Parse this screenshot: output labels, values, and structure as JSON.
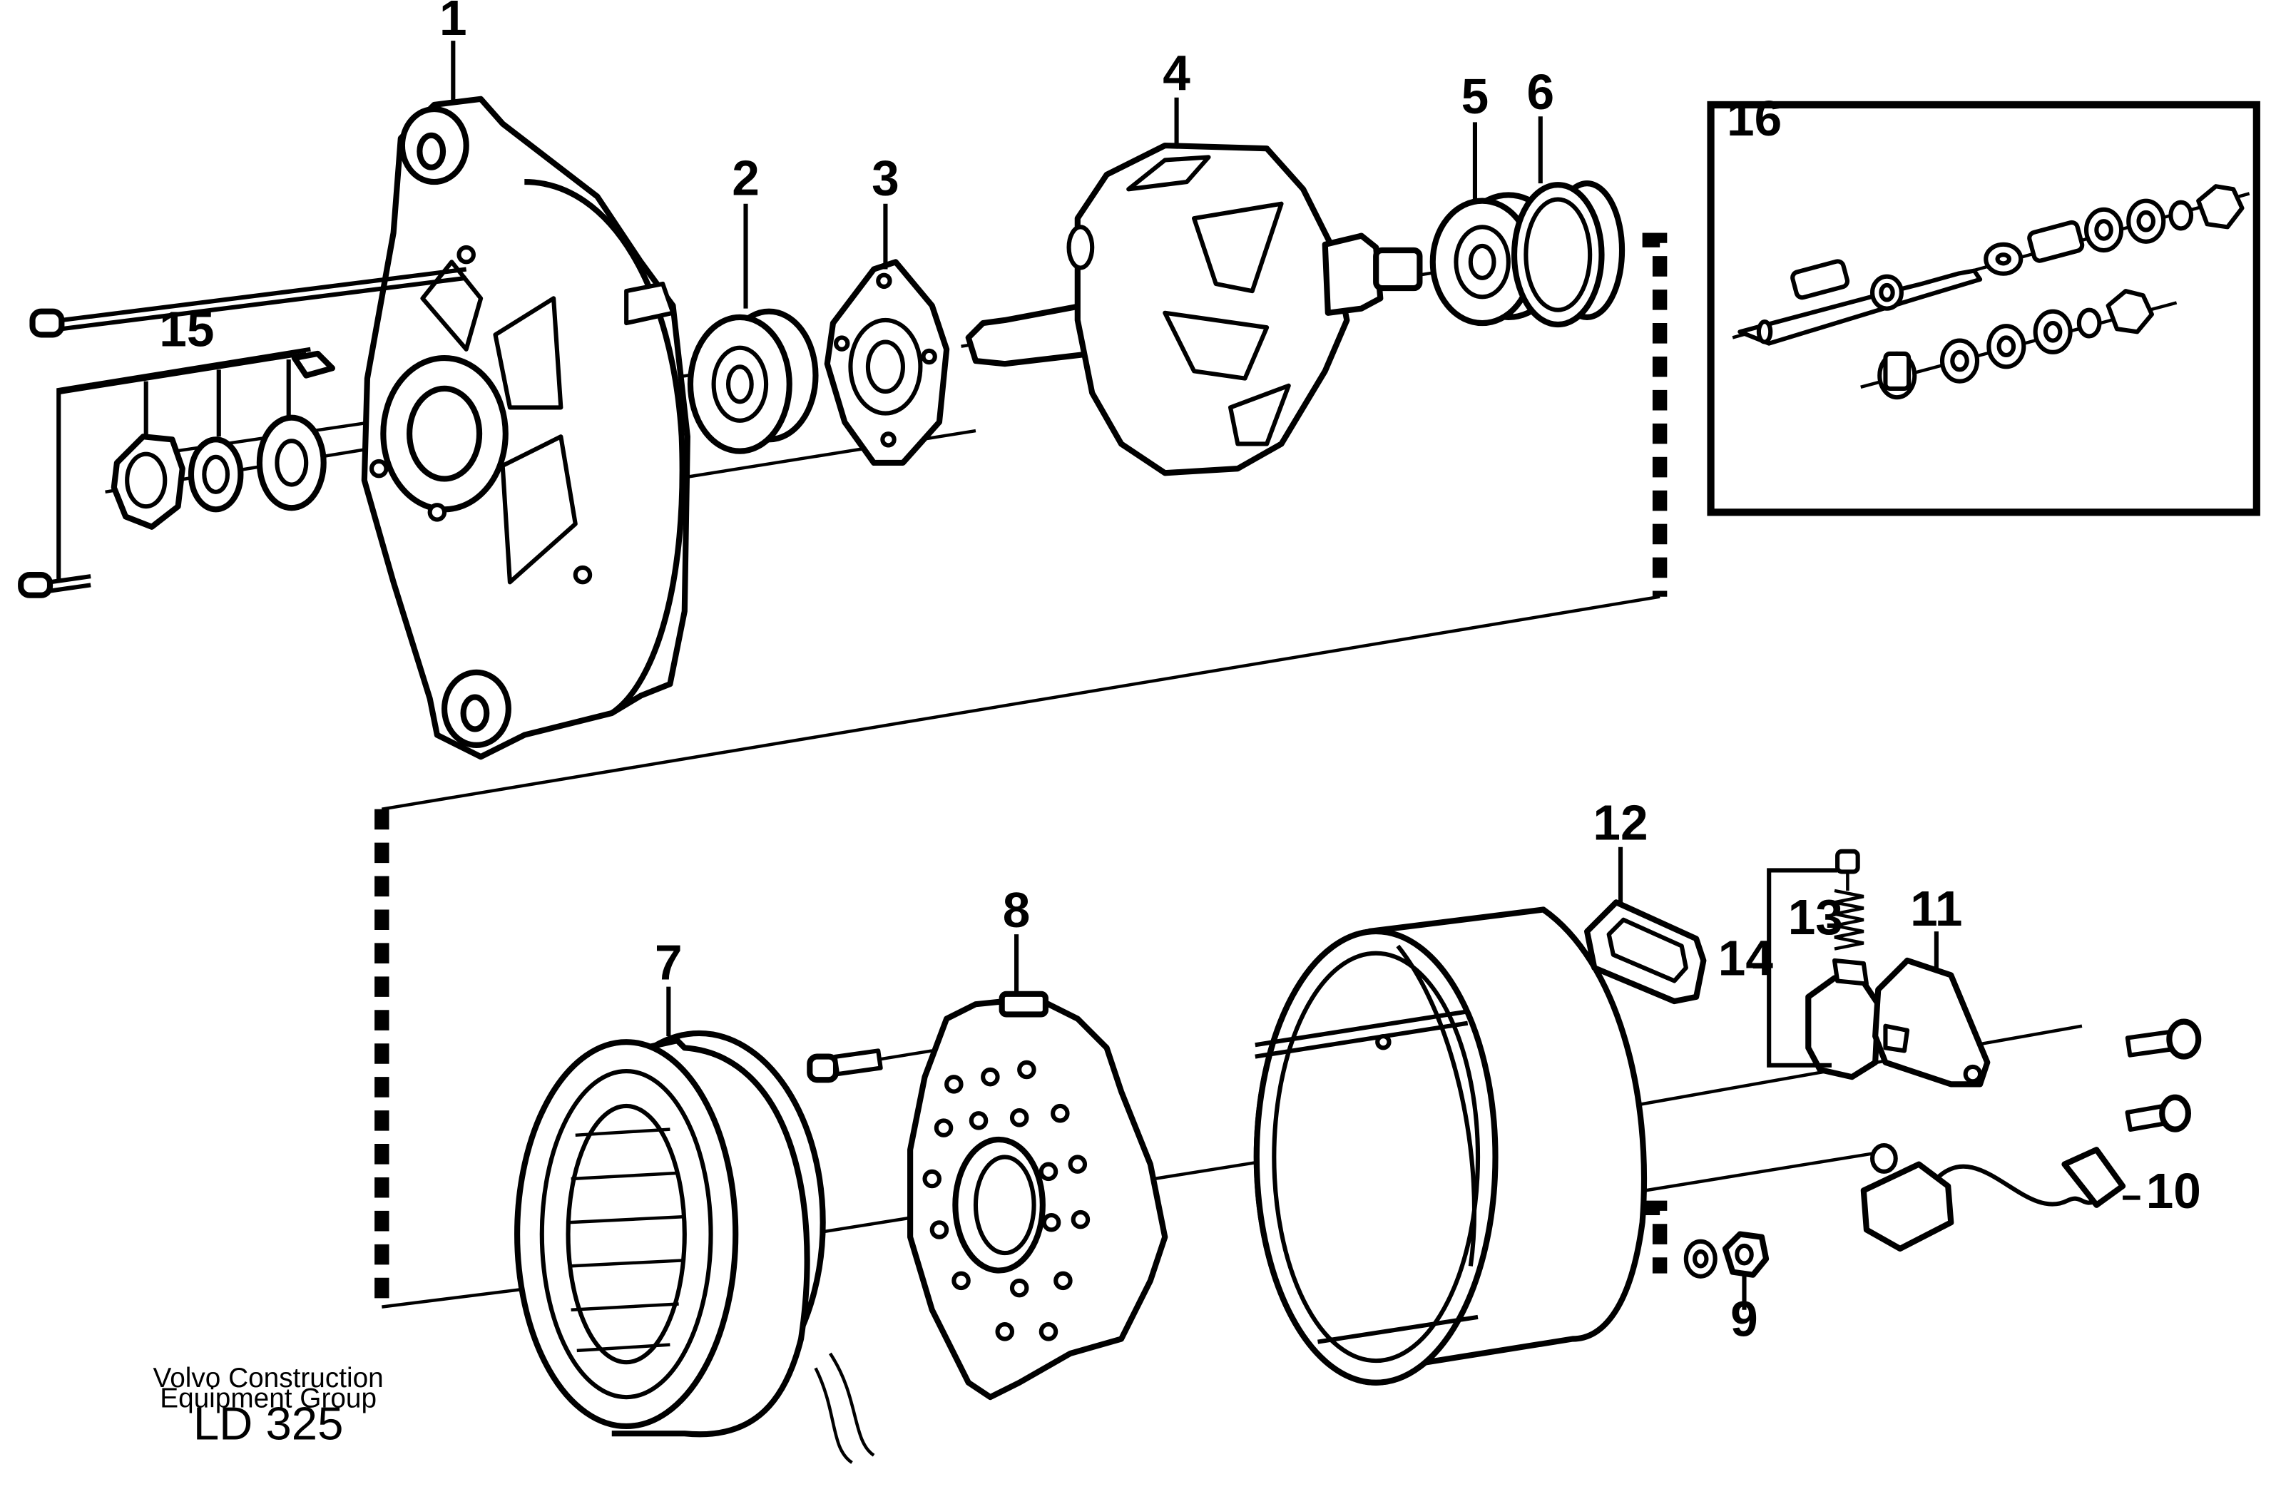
{
  "callouts": {
    "c1": "1",
    "c2": "2",
    "c3": "3",
    "c4": "4",
    "c5": "5",
    "c6": "6",
    "c7": "7",
    "c8": "8",
    "c9": "9",
    "c10": "10",
    "c11": "11",
    "c12": "12",
    "c13": "13",
    "c14": "14",
    "c15": "15",
    "c16": "16"
  },
  "footer": {
    "line1": "Volvo Construction",
    "line2": "Equipment Group",
    "code": "LD 325"
  }
}
